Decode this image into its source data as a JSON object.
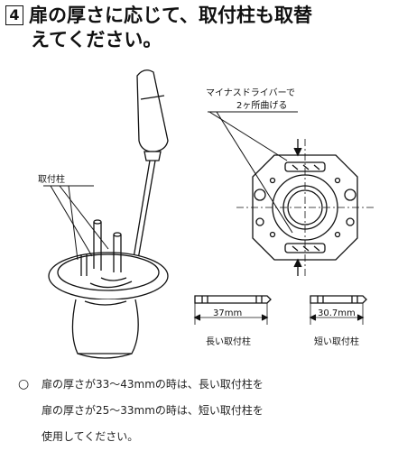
{
  "heading": {
    "step_number": "4",
    "line1": "扉の厚さに応じて、取付柱も取替",
    "line2": "えてください。"
  },
  "figure": {
    "label_post": "取付柱",
    "label_screwdriver": "マイナスドライバーで",
    "label_bend": "2ヶ所曲げる",
    "long_post_dim": "37mm",
    "long_post_label": "長い取付柱",
    "short_post_dim": "30.7mm",
    "short_post_label": "短い取付柱"
  },
  "note": {
    "bullet": "○",
    "line1": "扉の厚さが33～43mmの時は、長い取付柱を",
    "line2": "扉の厚さが25～33mmの時は、短い取付柱を",
    "line3": "使用してください。"
  }
}
